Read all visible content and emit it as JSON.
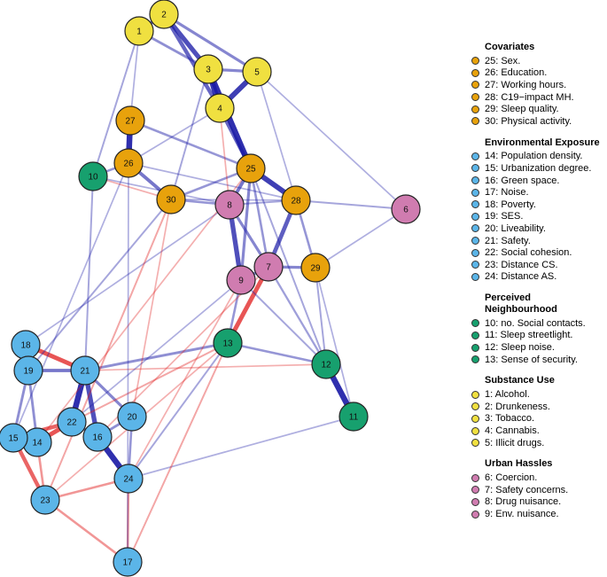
{
  "colors": {
    "Covariates": "#E8A20C",
    "Environmental Exposure": "#5BB5E8",
    "Perceived Neighbourhood": "#17A06E",
    "Substance Use": "#F0E040",
    "Urban Hassles": "#D07CB0",
    "positive_edge": "#1A1AA6",
    "negative_edge": "#E01A1A"
  },
  "nodes": [
    {
      "id": "1",
      "group": "Substance Use"
    },
    {
      "id": "2",
      "group": "Substance Use"
    },
    {
      "id": "3",
      "group": "Substance Use"
    },
    {
      "id": "4",
      "group": "Substance Use"
    },
    {
      "id": "5",
      "group": "Substance Use"
    },
    {
      "id": "6",
      "group": "Urban Hassles"
    },
    {
      "id": "7",
      "group": "Urban Hassles"
    },
    {
      "id": "8",
      "group": "Urban Hassles"
    },
    {
      "id": "9",
      "group": "Urban Hassles"
    },
    {
      "id": "10",
      "group": "Perceived Neighbourhood"
    },
    {
      "id": "11",
      "group": "Perceived Neighbourhood"
    },
    {
      "id": "12",
      "group": "Perceived Neighbourhood"
    },
    {
      "id": "13",
      "group": "Perceived Neighbourhood"
    },
    {
      "id": "14",
      "group": "Environmental Exposure"
    },
    {
      "id": "15",
      "group": "Environmental Exposure"
    },
    {
      "id": "16",
      "group": "Environmental Exposure"
    },
    {
      "id": "17",
      "group": "Environmental Exposure"
    },
    {
      "id": "18",
      "group": "Environmental Exposure"
    },
    {
      "id": "19",
      "group": "Environmental Exposure"
    },
    {
      "id": "20",
      "group": "Environmental Exposure"
    },
    {
      "id": "21",
      "group": "Environmental Exposure"
    },
    {
      "id": "22",
      "group": "Environmental Exposure"
    },
    {
      "id": "23",
      "group": "Environmental Exposure"
    },
    {
      "id": "24",
      "group": "Environmental Exposure"
    },
    {
      "id": "25",
      "group": "Covariates"
    },
    {
      "id": "26",
      "group": "Covariates"
    },
    {
      "id": "27",
      "group": "Covariates"
    },
    {
      "id": "28",
      "group": "Covariates"
    },
    {
      "id": "29",
      "group": "Covariates"
    },
    {
      "id": "30",
      "group": "Covariates"
    }
  ],
  "edges": [
    [
      "1",
      "2",
      0.5,
      1
    ],
    [
      "1",
      "3",
      0.35,
      1
    ],
    [
      "2",
      "3",
      0.75,
      1
    ],
    [
      "2",
      "4",
      0.6,
      1
    ],
    [
      "2",
      "5",
      0.4,
      1
    ],
    [
      "3",
      "4",
      0.9,
      1
    ],
    [
      "3",
      "5",
      0.4,
      1
    ],
    [
      "4",
      "5",
      0.85,
      1
    ],
    [
      "3",
      "25",
      0.95,
      1
    ],
    [
      "4",
      "25",
      0.6,
      1
    ],
    [
      "25",
      "28",
      0.85,
      1
    ],
    [
      "25",
      "8",
      0.5,
      1
    ],
    [
      "25",
      "9",
      0.4,
      1
    ],
    [
      "25",
      "30",
      0.3,
      1
    ],
    [
      "25",
      "7",
      0.3,
      1
    ],
    [
      "27",
      "26",
      0.95,
      1
    ],
    [
      "26",
      "30",
      0.5,
      1
    ],
    [
      "26",
      "10",
      0.3,
      1
    ],
    [
      "27",
      "25",
      0.3,
      1
    ],
    [
      "30",
      "8",
      0.3,
      1
    ],
    [
      "8",
      "9",
      0.75,
      1
    ],
    [
      "8",
      "7",
      0.4,
      1
    ],
    [
      "28",
      "7",
      0.65,
      1
    ],
    [
      "28",
      "29",
      0.3,
      1
    ],
    [
      "28",
      "6",
      0.2,
      1
    ],
    [
      "9",
      "7",
      0.4,
      1
    ],
    [
      "7",
      "29",
      0.4,
      1
    ],
    [
      "12",
      "11",
      0.95,
      1
    ],
    [
      "13",
      "12",
      0.3,
      1
    ],
    [
      "7",
      "12",
      0.25,
      1
    ],
    [
      "9",
      "13",
      0.3,
      1
    ],
    [
      "7",
      "13",
      0.7,
      -1
    ],
    [
      "13",
      "21",
      0.35,
      1
    ],
    [
      "18",
      "19",
      0.6,
      1
    ],
    [
      "18",
      "21",
      0.7,
      -1
    ],
    [
      "19",
      "21",
      0.5,
      1
    ],
    [
      "21",
      "22",
      0.95,
      1
    ],
    [
      "21",
      "16",
      0.75,
      1
    ],
    [
      "21",
      "20",
      0.4,
      1
    ],
    [
      "22",
      "14",
      0.7,
      -1
    ],
    [
      "22",
      "15",
      0.6,
      -1
    ],
    [
      "22",
      "16",
      0.4,
      1
    ],
    [
      "14",
      "15",
      0.55,
      1
    ],
    [
      "16",
      "24",
      0.95,
      1
    ],
    [
      "16",
      "20",
      0.35,
      1
    ],
    [
      "15",
      "23",
      0.6,
      -1
    ],
    [
      "14",
      "23",
      0.3,
      -1
    ],
    [
      "19",
      "15",
      0.35,
      1
    ],
    [
      "19",
      "14",
      0.35,
      1
    ],
    [
      "24",
      "17",
      0.3,
      -1
    ],
    [
      "23",
      "17",
      0.3,
      -1
    ],
    [
      "23",
      "24",
      0.3,
      -1
    ],
    [
      "20",
      "24",
      0.3,
      1
    ],
    [
      "13",
      "24",
      0.2,
      1
    ],
    [
      "10",
      "21",
      0.2,
      1
    ],
    [
      "1",
      "10",
      0.2,
      1
    ],
    [
      "6",
      "29",
      0.15,
      1
    ],
    [
      "11",
      "24",
      0.15,
      1
    ],
    [
      "12",
      "29",
      0.2,
      1
    ],
    [
      "9",
      "12",
      0.2,
      1
    ],
    [
      "8",
      "28",
      0.2,
      1
    ],
    [
      "30",
      "28",
      0.15,
      1
    ],
    [
      "26",
      "28",
      0.15,
      1
    ],
    [
      "4",
      "26",
      0.15,
      1
    ],
    [
      "3",
      "30",
      0.2,
      1
    ],
    [
      "5",
      "28",
      0.15,
      1
    ],
    [
      "5",
      "6",
      0.15,
      1
    ],
    [
      "25",
      "12",
      0.2,
      1
    ],
    [
      "4",
      "8",
      0.15,
      -1
    ],
    [
      "13",
      "17",
      0.2,
      -1
    ],
    [
      "21",
      "12",
      0.15,
      -1
    ],
    [
      "22",
      "13",
      0.2,
      -1
    ],
    [
      "18",
      "8",
      0.15,
      1
    ],
    [
      "19",
      "30",
      0.2,
      1
    ],
    [
      "14",
      "25",
      0.15,
      -1
    ],
    [
      "23",
      "30",
      0.2,
      -1
    ],
    [
      "20",
      "30",
      0.15,
      -1
    ],
    [
      "15",
      "26",
      0.15,
      1
    ],
    [
      "24",
      "9",
      0.15,
      -1
    ],
    [
      "17",
      "26",
      0.15,
      1
    ],
    [
      "16",
      "7",
      0.15,
      -1
    ],
    [
      "22",
      "9",
      0.15,
      1
    ],
    [
      "1",
      "27",
      0.15,
      1
    ],
    [
      "10",
      "30",
      0.15,
      -1
    ],
    [
      "10",
      "8",
      0.15,
      1
    ],
    [
      "13",
      "23",
      0.15,
      -1
    ],
    [
      "29",
      "11",
      0.15,
      1
    ]
  ],
  "legend": [
    {
      "title": "Covariates",
      "group": "Covariates",
      "items": [
        "25: Sex.",
        "26: Education.",
        "27: Working hours.",
        "28: C19−impact MH.",
        "29: Sleep quality.",
        "30: Physical activity."
      ]
    },
    {
      "title": "Environmental Exposure",
      "group": "Environmental Exposure",
      "items": [
        "14: Population density.",
        "15: Urbanization degree.",
        "16: Green space.",
        "17: Noise.",
        "18: Poverty.",
        "19: SES.",
        "20: Liveability.",
        "21: Safety.",
        "22: Social cohesion.",
        "23: Distance CS.",
        "24: Distance AS."
      ]
    },
    {
      "title": "Perceived Neighbourhood",
      "group": "Perceived Neighbourhood",
      "items": [
        "10: no. Social contacts.",
        "11: Sleep streetlight.",
        "12: Sleep noise.",
        "13: Sense of security."
      ]
    },
    {
      "title": "Substance Use",
      "group": "Substance Use",
      "items": [
        "1: Alcohol.",
        "2: Drunkeness.",
        "3: Tobacco.",
        "4: Cannabis.",
        "5: Illicit drugs."
      ]
    },
    {
      "title": "Urban Hassles",
      "group": "Urban Hassles",
      "items": [
        "6: Coercion.",
        "7: Safety concerns.",
        "8: Drug nuisance.",
        "9: Env. nuisance."
      ]
    }
  ]
}
